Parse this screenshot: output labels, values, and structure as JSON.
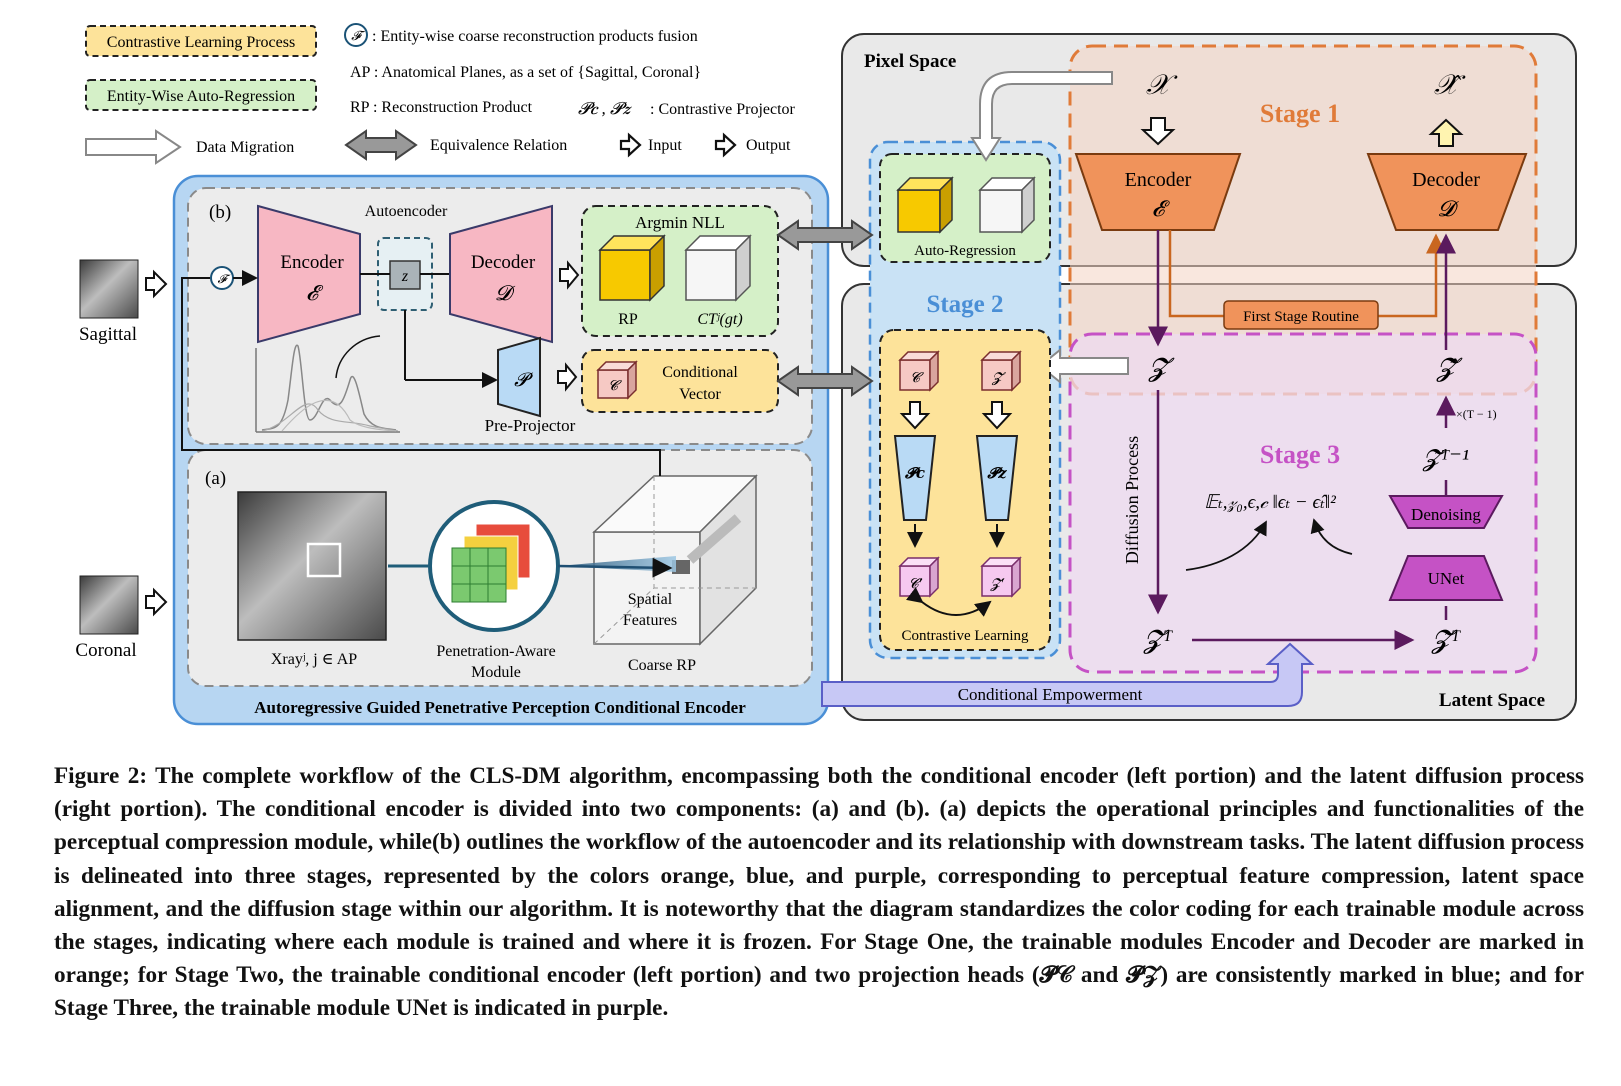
{
  "legend": {
    "contrastive": "Contrastive Learning Process",
    "entity_wise": "Entity-Wise Auto-Regression",
    "data_migration": "Data Migration",
    "fusion_symbol": "𝓕",
    "fusion_desc": ": Entity-wise coarse reconstruction products fusion",
    "ap_desc": "AP : Anatomical Planes, as a set of {Sagittal, Coronal}",
    "rp_desc": "RP : Reconstruction Product",
    "projector_symbols": "𝓟𝒄 , 𝓟𝒛",
    "projector_desc": ": Contrastive Projector",
    "equivalence": "Equivalence Relation",
    "input": "Input",
    "output": "Output"
  },
  "encoder_panel": {
    "title": "Autoregressive Guided Penetrative Perception Conditional Encoder",
    "sagittal": "Sagittal",
    "coronal": "Coronal",
    "b": {
      "label": "(b)",
      "autoencoder": "Autoencoder",
      "encoder": "Encoder",
      "encoder_sym": "𝓔",
      "decoder": "Decoder",
      "decoder_sym": "𝓓",
      "z": "z",
      "argmin": "Argmin NLL",
      "rp": "RP",
      "ct": "CTʲ(gt)",
      "projector_sym": "𝓟",
      "pre_projector": "Pre-Projector",
      "c": "𝓒",
      "conditional": "Conditional",
      "vector": "Vector"
    },
    "a": {
      "label": "(a)",
      "xray": "Xrayʲ, j ∈ AP",
      "penetration_1": "Penetration-Aware",
      "penetration_2": "Module",
      "spatial_1": "Spatial",
      "spatial_2": "Features",
      "coarse_rp": "Coarse RP"
    }
  },
  "pixel_space": {
    "title": "Pixel Space",
    "auto_regression": "Auto-Regression",
    "x": "𝒳",
    "x_hat": "𝒳̂",
    "stage1": "Stage 1",
    "encoder": "Encoder",
    "encoder_sym": "𝓔",
    "decoder": "Decoder",
    "decoder_sym": "𝓓",
    "first_stage_routine": "First Stage Routine"
  },
  "latent_space": {
    "title": "Latent Space",
    "stage2": "Stage 2",
    "stage3": "Stage 3",
    "c": "𝓒",
    "z": "𝓩",
    "pc": "𝓟𝒄",
    "pz": "𝓟𝒛",
    "c_prime": "𝓒′",
    "z_prime": "𝓩′",
    "contrastive_learning": "Contrastive Learning",
    "z_main": "𝓩",
    "z_hat": "𝓩̂",
    "z_T": "𝓩ᵀ",
    "z_tilde_T": "𝓩̃ᵀ",
    "z_tilde_T1": "𝓩̃ᵀ⁻¹",
    "times": "×(T − 1)",
    "diffusion_process": "Diffusion Process",
    "loss": "𝔼ₜ,𝓏₀,ϵ,𝒸 ‖ϵₜ − ϵ̂ₜ‖²",
    "denoising": "Denoising",
    "unet": "UNet",
    "conditional_empowerment": "Conditional Empowerment"
  },
  "colors": {
    "orange": "#e07b39",
    "blue": "#4a8fd6",
    "purple": "#c552c5",
    "legend_yellow": "#fde39a",
    "legend_green": "#d5f0c8"
  },
  "caption": "Figure 2: The complete workflow of the CLS-DM algorithm, encompassing both the conditional encoder (left portion) and the latent diffusion process (right portion). The conditional encoder is divided into two components: (a) and (b). (a) depicts the operational principles and functionalities of the perceptual compression module, while(b) outlines the workflow of the autoencoder and its relationship with downstream tasks. The latent diffusion process is delineated into three stages, represented by the colors orange, blue, and purple, corresponding to perceptual feature compression, latent space alignment, and the diffusion stage within our algorithm. It is noteworthy that the diagram standardizes the color coding for each trainable module across the stages, indicating where each module is trained and where it is frozen. For Stage One, the trainable modules Encoder and Decoder are marked in orange; for Stage Two, the trainable conditional encoder (left portion) and two projection heads (𝓟𝒞 and 𝓟𝒵) are consistently marked in blue; and for Stage Three, the trainable module UNet is indicated in purple."
}
